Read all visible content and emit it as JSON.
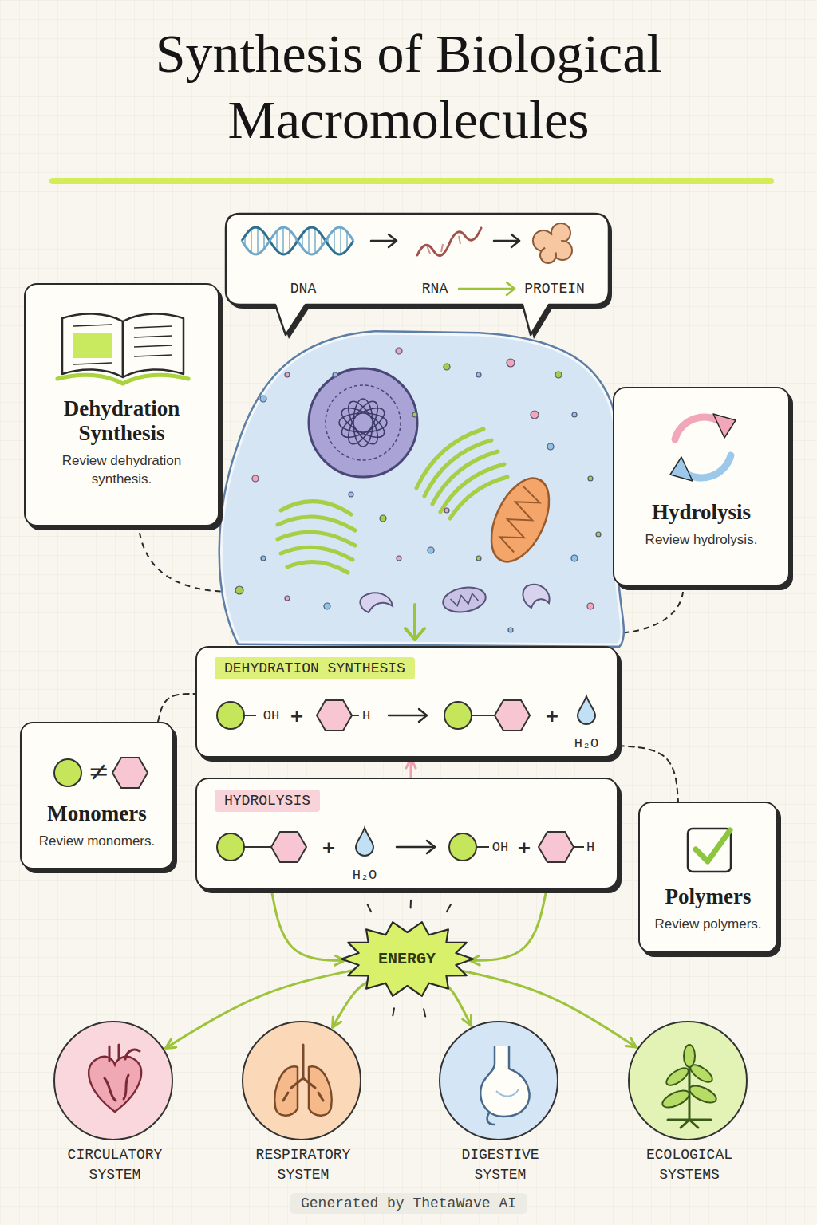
{
  "diagram": {
    "title": "Synthesis of Biological Macromolecules",
    "nodes": [
      {
        "text": [
          "DNA",
          "RNA",
          "PROTEIN"
        ]
      },
      {
        "text": [
          "Dehydration Synthesis",
          "Review dehydration synthesis."
        ]
      },
      {
        "text": [
          "Hydrolysis",
          "Review hydrolysis."
        ]
      },
      {
        "text": [
          "DEHYDRATION SYNTHESIS",
          "OH",
          "+",
          "H",
          "+",
          "H₂O"
        ]
      },
      {
        "text": [
          "≠",
          "Monomers",
          "Review monomers."
        ]
      },
      {
        "text": [
          "HYDROLYSIS",
          "+",
          "H₂O",
          "OH",
          "+",
          "H"
        ]
      },
      {
        "text": [
          "Polymers",
          "Review polymers."
        ]
      },
      {
        "text": [
          "ENERGY"
        ]
      },
      {
        "text": [
          "CIRCULATORY SYSTEM"
        ]
      },
      {
        "text": [
          "RESPIRATORY SYSTEM"
        ]
      },
      {
        "text": [
          "DIGESTIVE SYSTEM"
        ]
      },
      {
        "text": [
          "ECOLOGICAL SYSTEMS"
        ]
      }
    ],
    "edges": [
      {
        "from": 4,
        "to": 3,
        "arrow": "none"
      },
      {
        "from": 3,
        "to": 6,
        "arrow": "none"
      },
      {
        "from": 5,
        "to": 3,
        "arrow": "to"
      },
      {
        "from": 5,
        "to": 7,
        "arrow": "to"
      },
      {
        "from": 5,
        "to": 7,
        "arrow": "to"
      },
      {
        "from": 7,
        "to": 8,
        "arrow": "to"
      },
      {
        "from": 7,
        "to": 9,
        "arrow": "to"
      },
      {
        "from": 7,
        "to": 10,
        "arrow": "to"
      },
      {
        "from": 7,
        "to": 11,
        "arrow": "to"
      }
    ],
    "labels": [
      "Generated by ThetaWave AI"
    ]
  }
}
